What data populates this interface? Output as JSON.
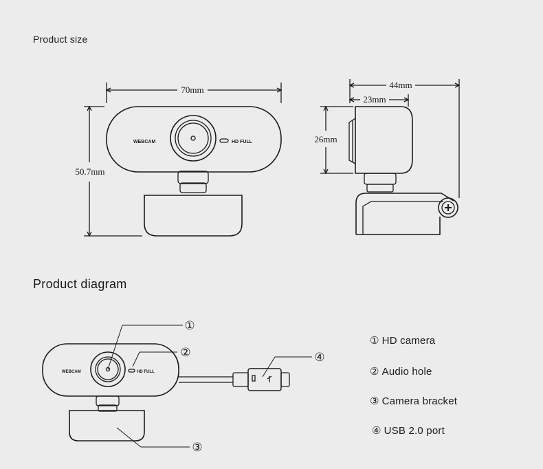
{
  "sections": {
    "size_title": "Product size",
    "diagram_title": "Product diagram"
  },
  "dimensions": {
    "width": "70mm",
    "height": "50.7mm",
    "depth_total": "44mm",
    "depth_body": "23mm",
    "body_height": "26mm"
  },
  "device_text": {
    "webcam": "WEBCAM",
    "hd_full": "HD FULL"
  },
  "callouts": {
    "c1": "①",
    "c2": "②",
    "c3": "③",
    "c4": "④"
  },
  "legend": [
    {
      "num": "①",
      "label": "HD camera"
    },
    {
      "num": "②",
      "label": "Audio hole"
    },
    {
      "num": "③",
      "label": "Camera bracket"
    },
    {
      "num": "④",
      "label": "USB 2.0 port"
    }
  ],
  "colors": {
    "background": "#ececec",
    "line": "#1a1a1a"
  }
}
